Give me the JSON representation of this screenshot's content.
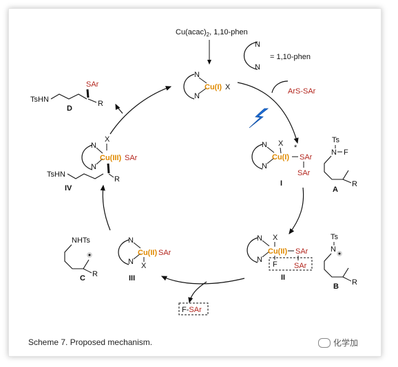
{
  "caption": "Scheme 7. Proposed mechanism.",
  "watermark": "化学加",
  "reagents": {
    "top": "Cu(acac)",
    "top_sub": "2",
    "top_rest": ", 1,10-phen",
    "legend": "= 1,10-phen",
    "disulfide": "ArS-SAr",
    "byproduct": "F-SAr"
  },
  "atoms": {
    "N": "N",
    "X": "X",
    "F": "F",
    "R": "R",
    "Ts": "Ts",
    "SAr": "SAr",
    "TsHN": "TsHN",
    "NHTs": "NHTs",
    "star": "*"
  },
  "copper": {
    "cu1": "Cu(I)",
    "cu2": "Cu(II)",
    "cu3": "Cu(III)"
  },
  "labels": {
    "I": "I",
    "II": "II",
    "III": "III",
    "IV": "IV",
    "A": "A",
    "B": "B",
    "C": "C",
    "D": "D"
  },
  "colors": {
    "copper": "#e08a00",
    "sulfur": "#b3261e",
    "light": "#1e6fd9"
  }
}
